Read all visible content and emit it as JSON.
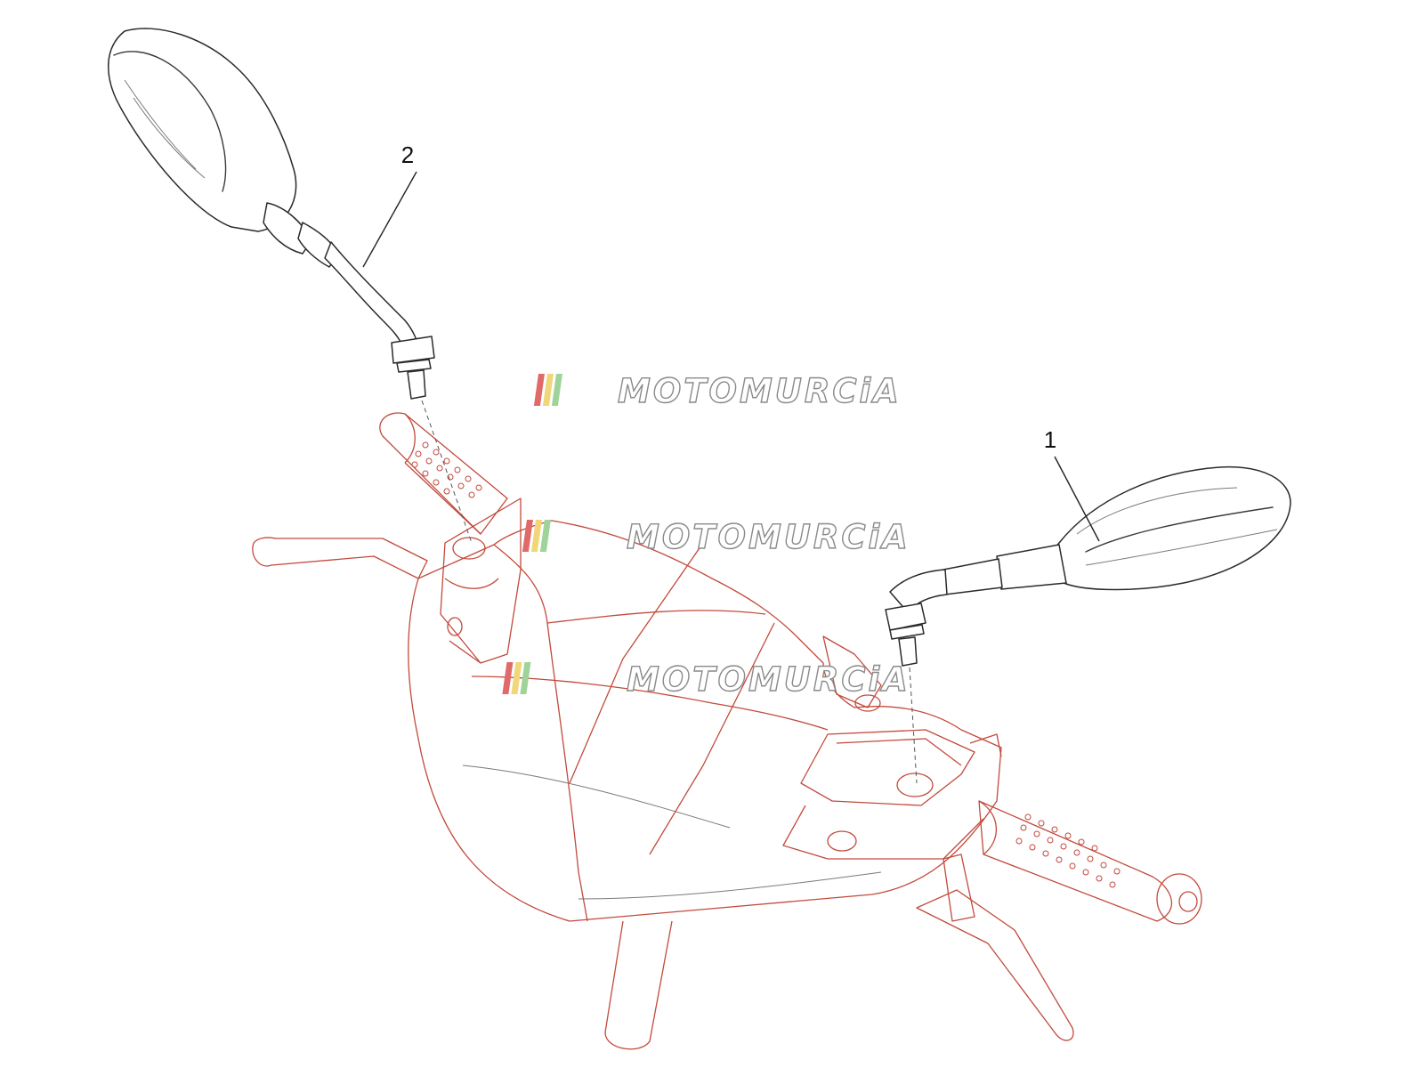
{
  "watermark": {
    "text": "MOTOMURCiA",
    "stripe_colors": [
      "#e06a6a",
      "#f0d77a",
      "#9fd39a"
    ]
  },
  "callouts": [
    {
      "number": "1",
      "part": "right-mirror"
    },
    {
      "number": "2",
      "part": "left-mirror"
    }
  ],
  "colors": {
    "background_outline": "#c24a3c",
    "part_outline": "#2a2a2a"
  }
}
